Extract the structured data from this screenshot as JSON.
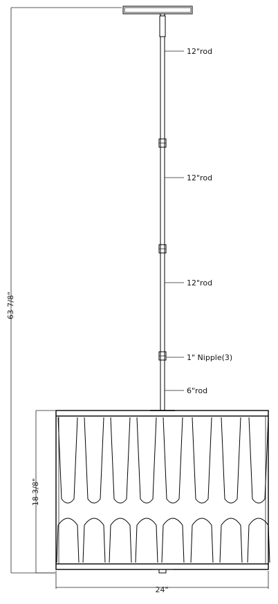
{
  "labels": {
    "rod1": "12\"rod",
    "rod2": "12\"rod",
    "rod3": "12\"rod",
    "nipple": "1\" Nipple(3)",
    "rod4": "6\"rod"
  },
  "dimensions": {
    "overall_height": "63 7/8\"",
    "shade_height": "18 3/8\"",
    "shade_width": "24\""
  },
  "colors": {
    "line": "#000000",
    "background": "#ffffff"
  }
}
